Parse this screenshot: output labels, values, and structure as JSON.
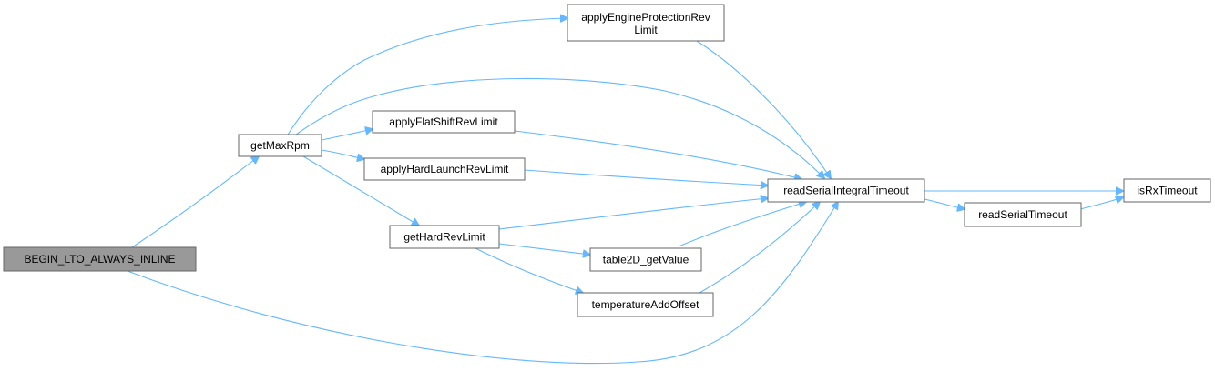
{
  "graph": {
    "title": "",
    "edge_color": "#63b8ff",
    "root_fill": "#999999",
    "node_border": "#666666",
    "nodes": {
      "begin_lto": "BEGIN_LTO_ALWAYS_INLINE",
      "get_max_rpm": "getMaxRpm",
      "apply_engine_protection": [
        "applyEngineProtectionRev",
        "Limit"
      ],
      "apply_flat_shift": "applyFlatShiftRevLimit",
      "apply_hard_launch": "applyHardLaunchRevLimit",
      "get_hard_rev_limit": "getHardRevLimit",
      "table2d_get_value": "table2D_getValue",
      "temperature_add_offset": "temperatureAddOffset",
      "read_serial_integral_timeout": "readSerialIntegralTimeout",
      "read_serial_timeout": "readSerialTimeout",
      "is_rx_timeout": "isRxTimeout"
    },
    "edges": [
      {
        "from": "begin_lto",
        "to": "get_max_rpm"
      },
      {
        "from": "begin_lto",
        "to": "read_serial_integral_timeout"
      },
      {
        "from": "get_max_rpm",
        "to": "apply_engine_protection"
      },
      {
        "from": "get_max_rpm",
        "to": "read_serial_integral_timeout"
      },
      {
        "from": "get_max_rpm",
        "to": "apply_flat_shift"
      },
      {
        "from": "get_max_rpm",
        "to": "apply_hard_launch"
      },
      {
        "from": "get_max_rpm",
        "to": "get_hard_rev_limit"
      },
      {
        "from": "apply_engine_protection",
        "to": "read_serial_integral_timeout"
      },
      {
        "from": "apply_flat_shift",
        "to": "read_serial_integral_timeout"
      },
      {
        "from": "apply_hard_launch",
        "to": "read_serial_integral_timeout"
      },
      {
        "from": "get_hard_rev_limit",
        "to": "read_serial_integral_timeout"
      },
      {
        "from": "get_hard_rev_limit",
        "to": "table2d_get_value"
      },
      {
        "from": "get_hard_rev_limit",
        "to": "temperature_add_offset"
      },
      {
        "from": "table2d_get_value",
        "to": "read_serial_integral_timeout"
      },
      {
        "from": "temperature_add_offset",
        "to": "read_serial_integral_timeout"
      },
      {
        "from": "read_serial_integral_timeout",
        "to": "is_rx_timeout"
      },
      {
        "from": "read_serial_integral_timeout",
        "to": "read_serial_timeout"
      },
      {
        "from": "read_serial_timeout",
        "to": "is_rx_timeout"
      }
    ]
  }
}
